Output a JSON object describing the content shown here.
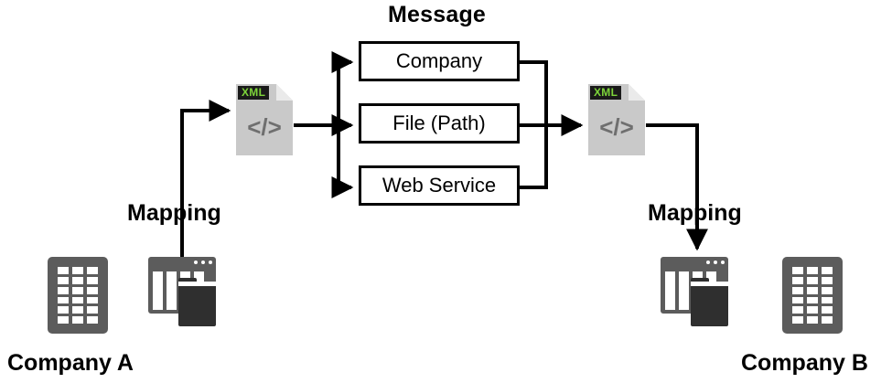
{
  "diagram": {
    "title_message": "Message",
    "labels": {
      "mapping_left": "Mapping",
      "mapping_right": "Mapping",
      "company_a": "Company A",
      "company_b": "Company B"
    },
    "message_boxes": [
      {
        "label": "Company"
      },
      {
        "label": "File (Path)"
      },
      {
        "label": "Web Service"
      }
    ],
    "xml_icons": [
      {
        "badge": "XML",
        "glyph": "</>"
      },
      {
        "badge": "XML",
        "glyph": "</>"
      }
    ],
    "colors": {
      "xml_badge_bg": "#1a1a1a",
      "xml_badge_text": "#7dd43a",
      "document_body": "#c9c9c9",
      "icon_gray": "#5c5c5c",
      "folder_dark": "#2f2f2f",
      "stroke": "#000000",
      "background": "#ffffff"
    }
  }
}
